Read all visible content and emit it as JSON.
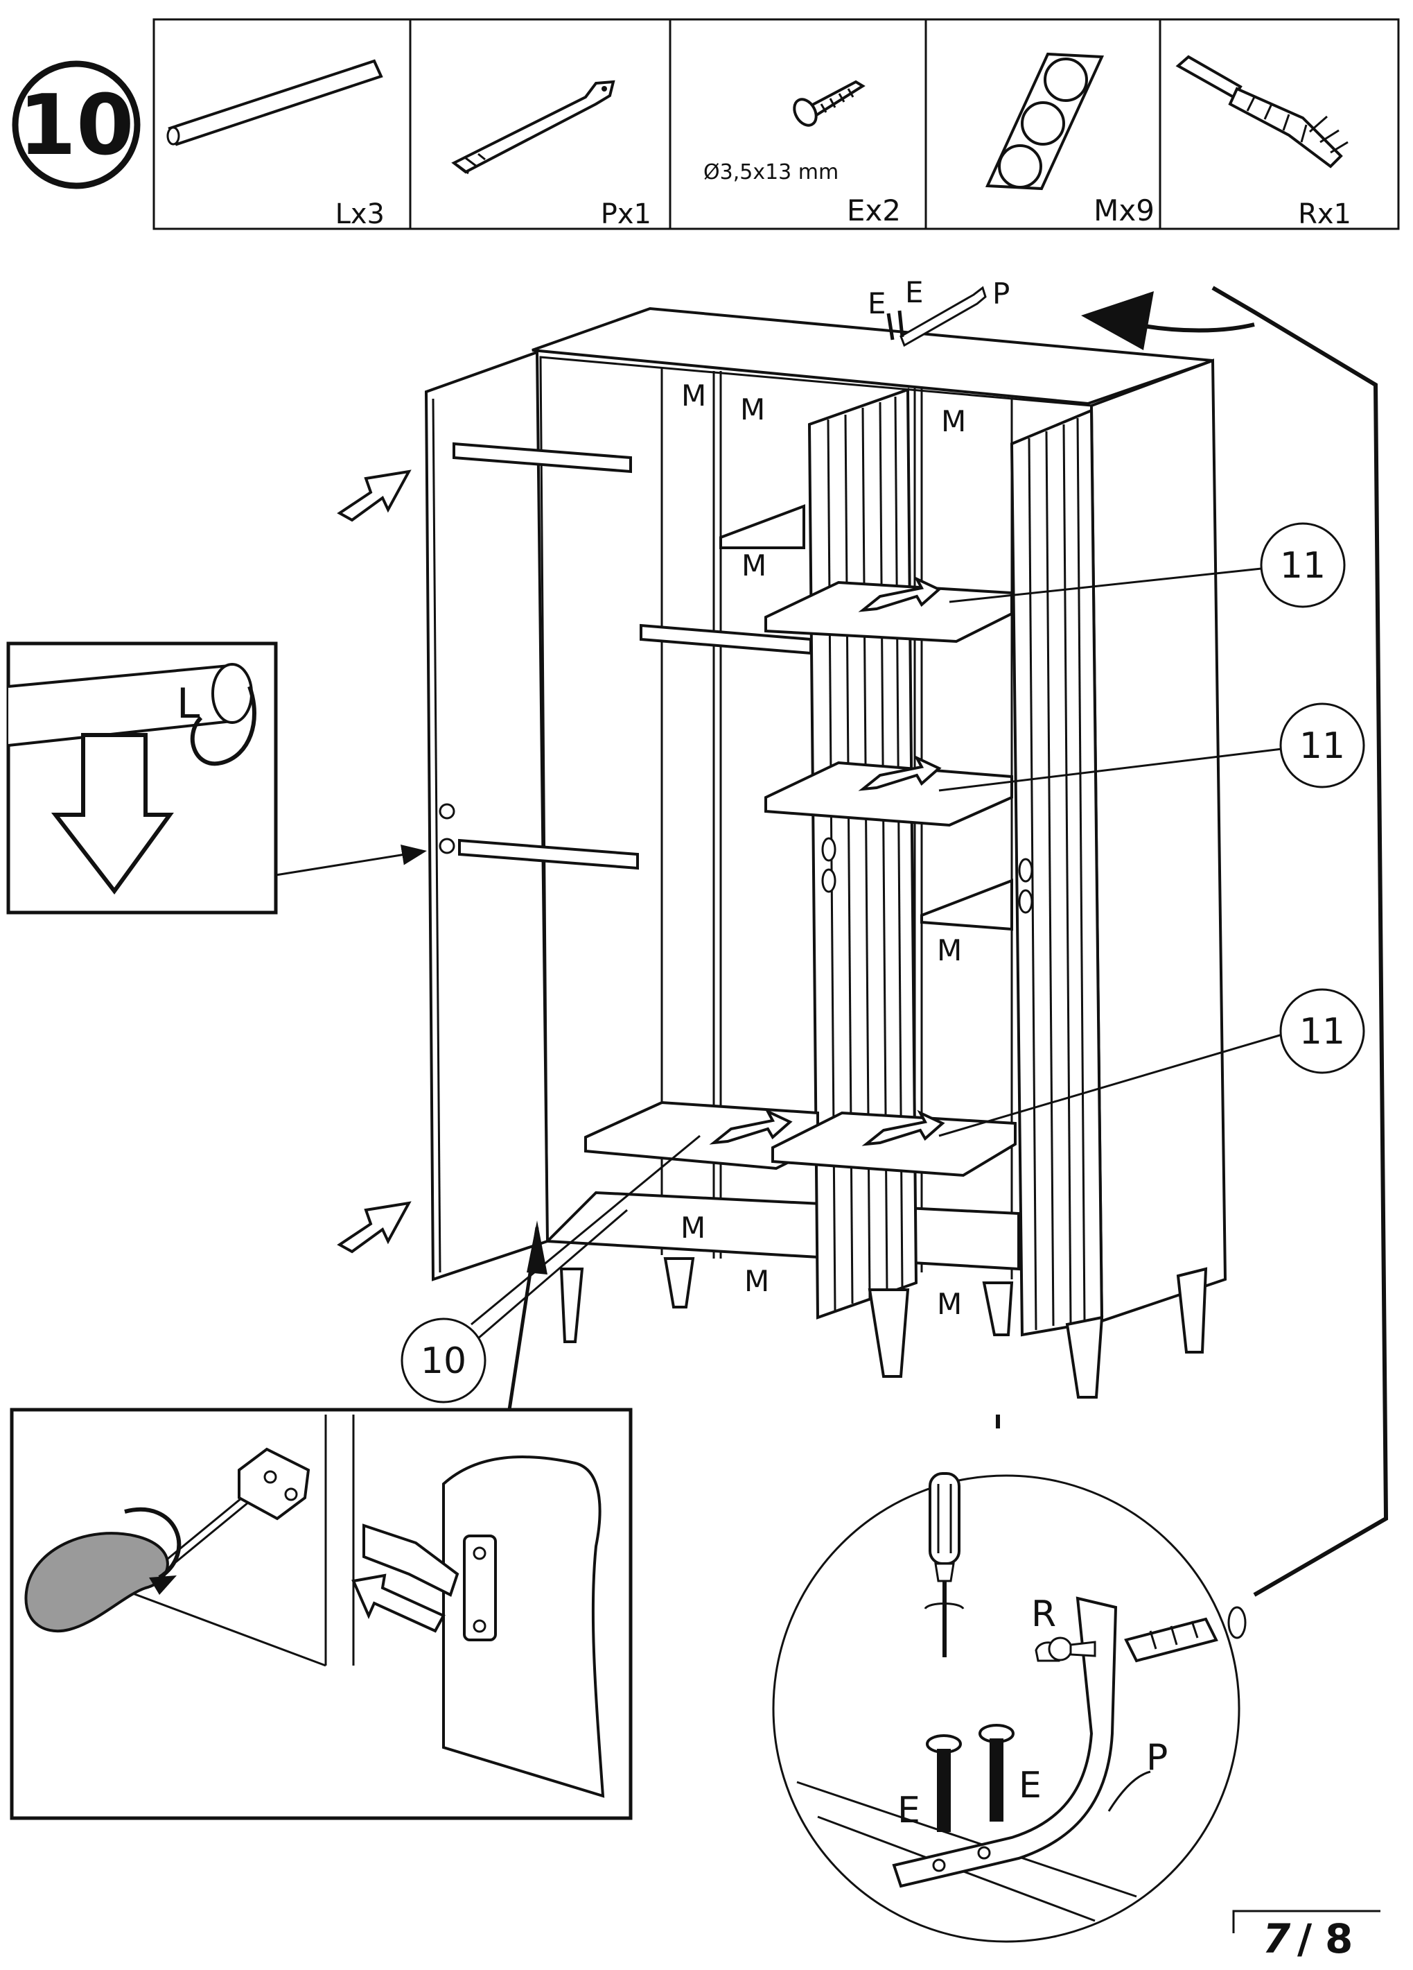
{
  "step_number": "10",
  "parts": [
    {
      "icon": "rail-icon",
      "label": "Lx3"
    },
    {
      "icon": "strap-icon",
      "label": "Px1"
    },
    {
      "icon": "screw-icon",
      "label": "Ex2",
      "spec": "Ø3,5x13 mm"
    },
    {
      "icon": "pads-icon",
      "label": "Mx9"
    },
    {
      "icon": "anchor-icon",
      "label": "Rx1"
    }
  ],
  "cabinet_labels": {
    "m": "M",
    "e": "E",
    "p": "P",
    "r": "R",
    "l": "L"
  },
  "callouts": {
    "shelf_part": "11",
    "bottom_part": "10"
  },
  "page": {
    "current": "7",
    "separator": "/",
    "total": "8"
  }
}
